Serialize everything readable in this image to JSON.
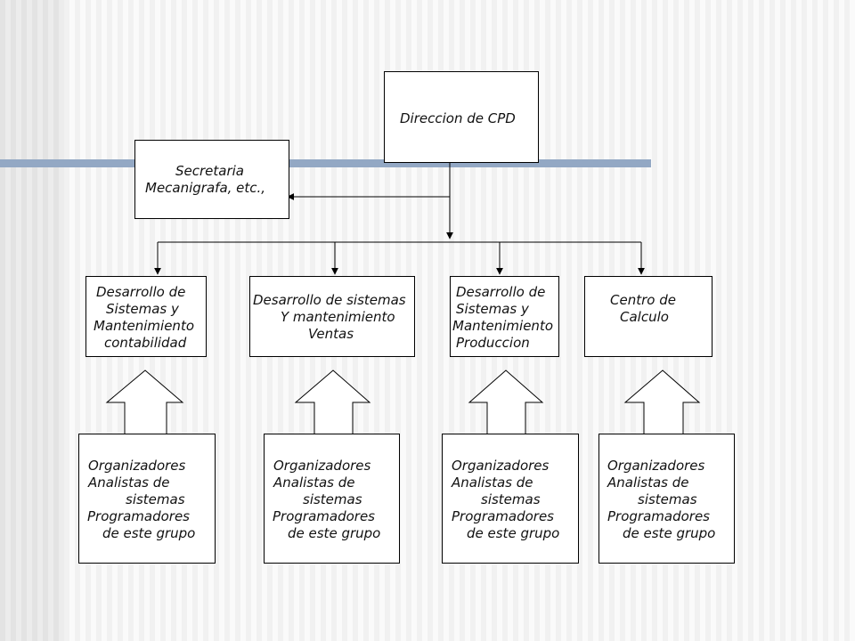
{
  "diagram": {
    "director": {
      "text": "Direccion de CPD"
    },
    "secretary": {
      "lines": [
        "Secretaria",
        "Mecanigrafa, etc.,"
      ]
    },
    "departments": [
      {
        "lines": [
          "Desarrollo de",
          "Sistemas y",
          "Mantenimiento",
          "contabilidad"
        ]
      },
      {
        "lines": [
          "Desarrollo de sistemas",
          "Y mantenimiento",
          "Ventas"
        ]
      },
      {
        "lines": [
          "Desarrollo de",
          "Sistemas y",
          "Mantenimiento",
          "Produccion"
        ]
      },
      {
        "lines": [
          "Centro de",
          "Calculo"
        ]
      }
    ],
    "staff_groups": [
      {
        "lines": [
          "Organizadores",
          "Analistas de",
          "sistemas",
          "Programadores",
          "de este grupo"
        ]
      },
      {
        "lines": [
          "Organizadores",
          "Analistas de",
          "sistemas",
          "Programadores",
          "de este grupo"
        ]
      },
      {
        "lines": [
          "Organizadores",
          "Analistas de",
          "sistemas",
          "Programadores",
          "de este grupo"
        ]
      },
      {
        "lines": [
          "Organizadores",
          "Analistas de",
          "sistemas",
          "Programadores",
          "de este grupo"
        ]
      }
    ]
  },
  "colors": {
    "accent_bar": "#93a8c4",
    "line": "#000000",
    "box_fill": "#ffffff"
  }
}
